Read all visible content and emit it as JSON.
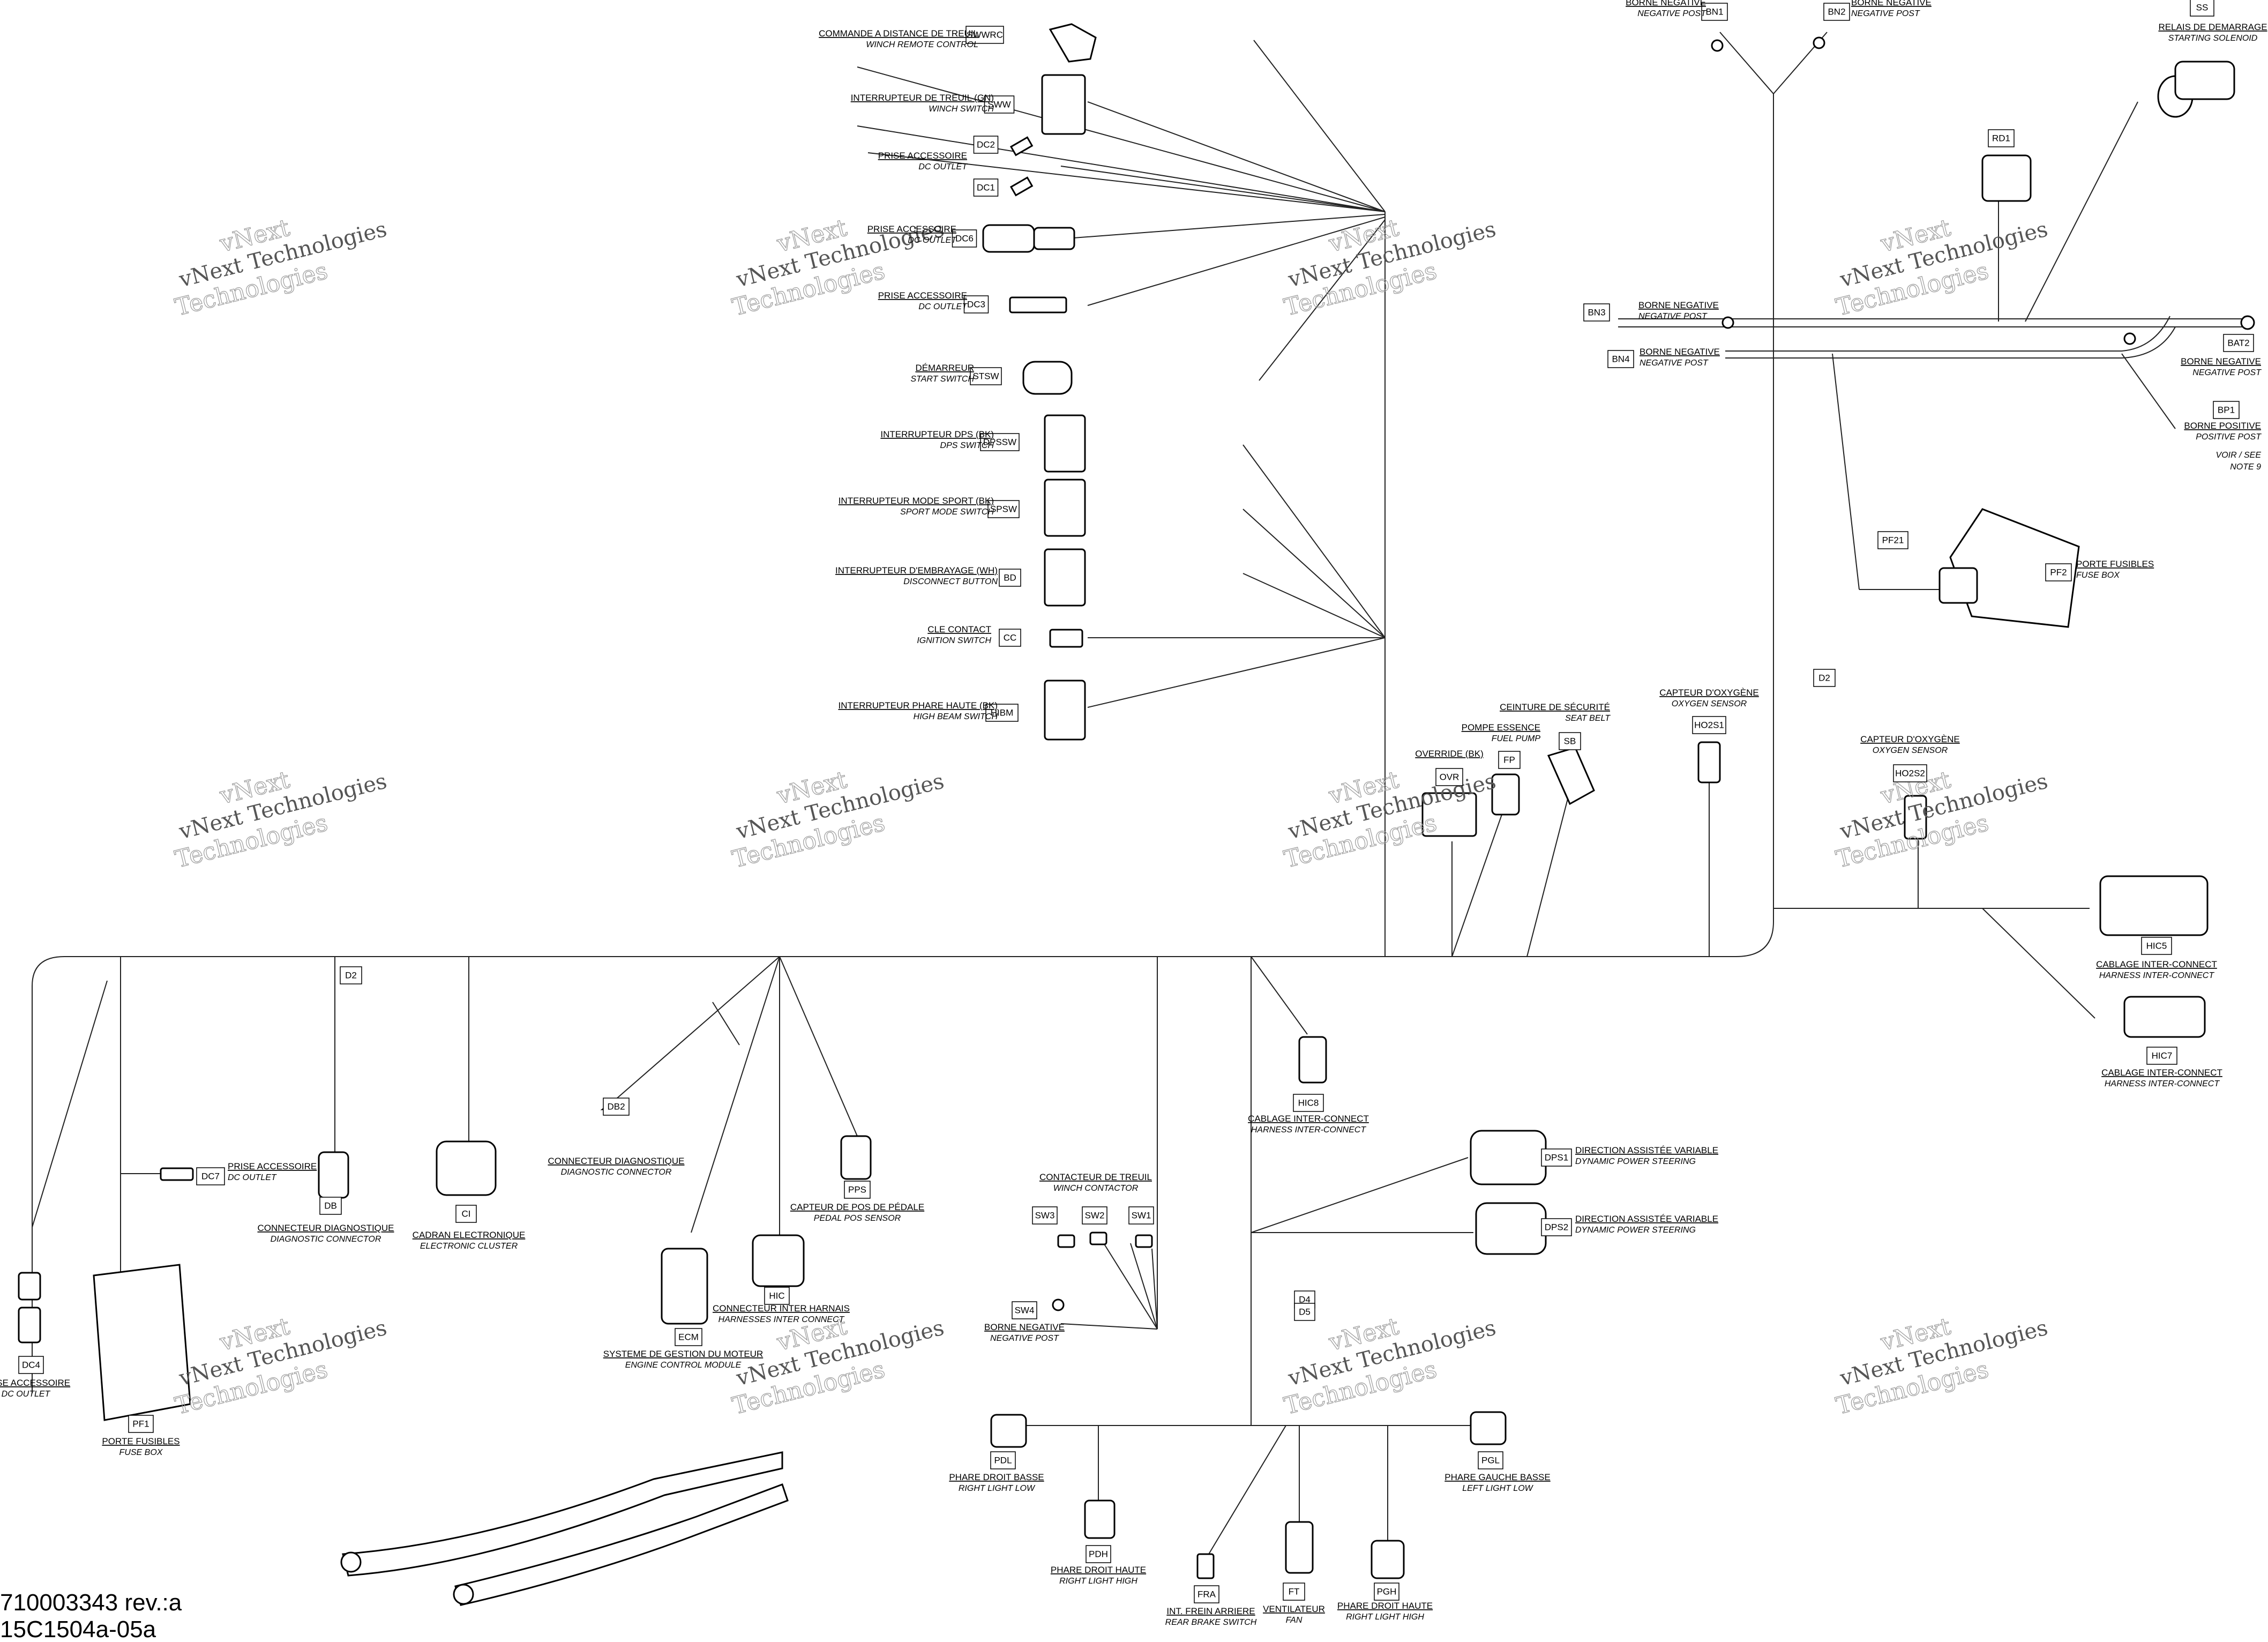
{
  "footer": {
    "part_number": "710003343 rev.:a",
    "figure_ref": "15C1504a-05a"
  },
  "watermark": {
    "line1": "vNext",
    "line2": "Technologies",
    "line_combined": "vNext Technologies"
  },
  "components": {
    "SWWRC": {
      "code": "SWWRC",
      "fr": "COMMANDE A DISTANCE DE TREUIL",
      "en": "WINCH REMOTE CONTROL"
    },
    "SWW": {
      "code": "SWW",
      "fr": "INTERRUPTEUR DE TREUIL (GN)",
      "en": "WINCH SWITCH"
    },
    "DC2": {
      "code": "DC2"
    },
    "DC1": {
      "code": "DC1",
      "fr": "PRISE ACCESSOIRE",
      "en": "DC OUTLET"
    },
    "DC6": {
      "code": "DC6",
      "fr": "PRISE ACCESSOIRE",
      "en": "DC OUTLET"
    },
    "DC3": {
      "code": "DC3",
      "fr": "PRISE ACCESSOIRE",
      "en": "DC OUTLET"
    },
    "STSW": {
      "code": "STSW",
      "fr": "DÉMARREUR",
      "en": "START SWITCH"
    },
    "DPSSW": {
      "code": "DPSSW",
      "fr": "INTERRUPTEUR DPS (BK)",
      "en": "DPS SWITCH"
    },
    "SPSW": {
      "code": "SPSW",
      "fr": "INTERRUPTEUR MODE SPORT (BK)",
      "en": "SPORT MODE SWITCH"
    },
    "BD": {
      "code": "BD",
      "fr": "INTERRUPTEUR D'EMBRAYAGE (WH)",
      "en": "DISCONNECT BUTTON"
    },
    "CC": {
      "code": "CC",
      "fr": "CLE CONTACT",
      "en": "IGNITION SWITCH"
    },
    "HIBM": {
      "code": "HIBM",
      "fr": "INTERRUPTEUR PHARE HAUTE (BK)",
      "en": "HIGH BEAM SWITCH"
    },
    "BN1": {
      "code": "BN1",
      "fr": "BORNE NEGATIVE",
      "en": "NEGATIVE POST"
    },
    "BN2": {
      "code": "BN2",
      "fr": "BORNE NEGATIVE",
      "en": "NEGATIVE POST"
    },
    "SS": {
      "code": "SS",
      "fr": "RELAIS DE DEMARRAGE",
      "en": "STARTING SOLENOID"
    },
    "RD1": {
      "code": "RD1"
    },
    "BN3": {
      "code": "BN3",
      "fr": "BORNE NEGATIVE",
      "en": "NEGATIVE POST"
    },
    "BN4": {
      "code": "BN4",
      "fr": "BORNE NEGATIVE",
      "en": "NEGATIVE POST"
    },
    "BAT2": {
      "code": "BAT2",
      "fr": "BORNE NEGATIVE",
      "en": "NEGATIVE POST"
    },
    "BP1": {
      "code": "BP1",
      "fr": "BORNE POSITIVE",
      "en": "POSITIVE POST",
      "note1": "VOIR / SEE",
      "note2": "NOTE 9"
    },
    "PF21": {
      "code": "PF21"
    },
    "PF2": {
      "code": "PF2",
      "fr": "PORTE FUSIBLES",
      "en": "FUSE BOX"
    },
    "D2a": {
      "code": "D2"
    },
    "D2b": {
      "code": "D2"
    },
    "HO2S1": {
      "code": "HO2S1",
      "fr": "CAPTEUR D'OXYGÈNE",
      "en": "OXYGEN SENSOR"
    },
    "HO2S2": {
      "code": "HO2S2",
      "fr": "CAPTEUR D'OXYGÈNE",
      "en": "OXYGEN SENSOR"
    },
    "SB": {
      "code": "SB",
      "fr": "CEINTURE DE SÉCURITÉ",
      "en": "SEAT BELT"
    },
    "FP": {
      "code": "FP",
      "fr": "POMPE ESSENCE",
      "en": "FUEL PUMP"
    },
    "OVR": {
      "code": "OVR",
      "fr": "OVERRIDE (BK)"
    },
    "HIC5": {
      "code": "HIC5",
      "fr": "CABLAGE INTER-CONNECT",
      "en": "HARNESS INTER-CONNECT"
    },
    "HIC7": {
      "code": "HIC7",
      "fr": "CABLAGE INTER-CONNECT",
      "en": "HARNESS INTER-CONNECT"
    },
    "HIC8": {
      "code": "HIC8",
      "fr": "CABLAGE INTER-CONNECT",
      "en": "HARNESS INTER-CONNECT"
    },
    "DPS1": {
      "code": "DPS1",
      "fr": "DIRECTION ASSISTÉE VARIABLE",
      "en": "DYNAMIC POWER STEERING"
    },
    "DPS2": {
      "code": "DPS2",
      "fr": "DIRECTION ASSISTÉE VARIABLE",
      "en": "DYNAMIC POWER STEERING"
    },
    "DB2": {
      "code": "DB2",
      "fr": "CONNECTEUR DIAGNOSTIQUE",
      "en": "DIAGNOSTIC CONNECTOR"
    },
    "DB": {
      "code": "DB",
      "fr": "CONNECTEUR DIAGNOSTIQUE",
      "en": "DIAGNOSTIC CONNECTOR"
    },
    "DC7": {
      "code": "DC7",
      "fr": "PRISE ACCESSOIRE",
      "en": "DC OUTLET"
    },
    "CI": {
      "code": "CI",
      "fr": "CADRAN ELECTRONIQUE",
      "en": "ELECTRONIC CLUSTER"
    },
    "PPS": {
      "code": "PPS",
      "fr": "CAPTEUR DE POS DE PÉDALE",
      "en": "PEDAL POS SENSOR"
    },
    "HIC": {
      "code": "HIC",
      "fr": "CONNECTEUR INTER HARNAIS",
      "en": "HARNESSES INTER CONNECT"
    },
    "ECM": {
      "code": "ECM",
      "fr": "SYSTEME DE GESTION DU MOTEUR",
      "en": "ENGINE CONTROL MODULE"
    },
    "DC4": {
      "code": "DC4",
      "fr": "PRISE ACCESSOIRE",
      "en": "DC OUTLET"
    },
    "PF1": {
      "code": "PF1",
      "fr": "PORTE FUSIBLES",
      "en": "FUSE BOX"
    },
    "SW3": {
      "code": "SW3"
    },
    "SW2": {
      "code": "SW2"
    },
    "SW1": {
      "code": "SW1",
      "fr": "CONTACTEUR DE TREUIL",
      "en": "WINCH CONTACTOR"
    },
    "SW4": {
      "code": "SW4",
      "fr": "BORNE NEGATIVE",
      "en": "NEGATIVE POST"
    },
    "D4": {
      "code": "D4"
    },
    "D5": {
      "code": "D5"
    },
    "PDL": {
      "code": "PDL",
      "fr": "PHARE DROIT BASSE",
      "en": "RIGHT LIGHT LOW"
    },
    "PDH": {
      "code": "PDH",
      "fr": "PHARE DROIT HAUTE",
      "en": "RIGHT LIGHT HIGH"
    },
    "FRA": {
      "code": "FRA",
      "fr": "INT. FREIN ARRIERE",
      "en": "REAR BRAKE SWITCH"
    },
    "FT": {
      "code": "FT",
      "fr": "VENTILATEUR",
      "en": "FAN"
    },
    "PGH": {
      "code": "PGH",
      "fr": "PHARE DROIT HAUTE",
      "en": "RIGHT LIGHT HIGH"
    },
    "PGL": {
      "code": "PGL",
      "fr": "PHARE GAUCHE BASSE",
      "en": "LEFT LIGHT LOW"
    }
  }
}
